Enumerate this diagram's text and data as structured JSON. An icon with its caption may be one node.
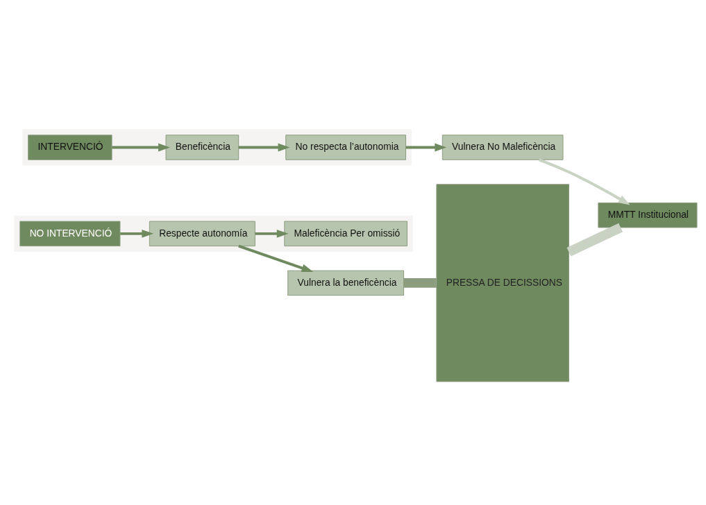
{
  "diagram": {
    "nodes": [
      {
        "text": [
          "PRESSA DE DECISSIONS"
        ]
      },
      {
        "text": [],
        "shape": "band"
      },
      {
        "text": [
          "NO INTERVENCIÓ"
        ],
        "in": 1
      },
      {
        "text": [
          "Respecte autonomía"
        ],
        "in": 1
      },
      {
        "text": [
          "Maleficència Per omissió"
        ],
        "in": 1
      },
      {
        "text": [
          "Vulnera la beneficència"
        ]
      },
      {
        "text": [],
        "shape": "band"
      },
      {
        "text": [
          "INTERVENCIÓ"
        ],
        "in": 6
      },
      {
        "text": [
          "Beneficència"
        ],
        "in": 6
      },
      {
        "text": [
          "No respecta l’autonomia"
        ],
        "in": 6
      },
      {
        "text": [
          "MMTT Institucional"
        ]
      },
      {
        "text": [
          "Vulnera No Maleficència"
        ]
      }
    ],
    "edges": [
      {
        "from": 2,
        "to": 3,
        "arrow": "to"
      },
      {
        "from": 3,
        "to": 4,
        "arrow": "to"
      },
      {
        "from": 3,
        "to": 5,
        "arrow": "to"
      },
      {
        "from": 5,
        "to": 0,
        "arrow": "none",
        "style": "thick",
        "color": "#8c9c7e"
      },
      {
        "from": 7,
        "to": 8,
        "arrow": "to"
      },
      {
        "from": 8,
        "to": 9,
        "arrow": "to"
      },
      {
        "from": 9,
        "to": 11,
        "arrow": "to"
      },
      {
        "from": 11,
        "to": 10,
        "arrow": "to",
        "color": "#c8d3c4"
      },
      {
        "from": 0,
        "to": 10,
        "arrow": "none",
        "style": "thick",
        "color": "#c8d3c4"
      }
    ]
  }
}
